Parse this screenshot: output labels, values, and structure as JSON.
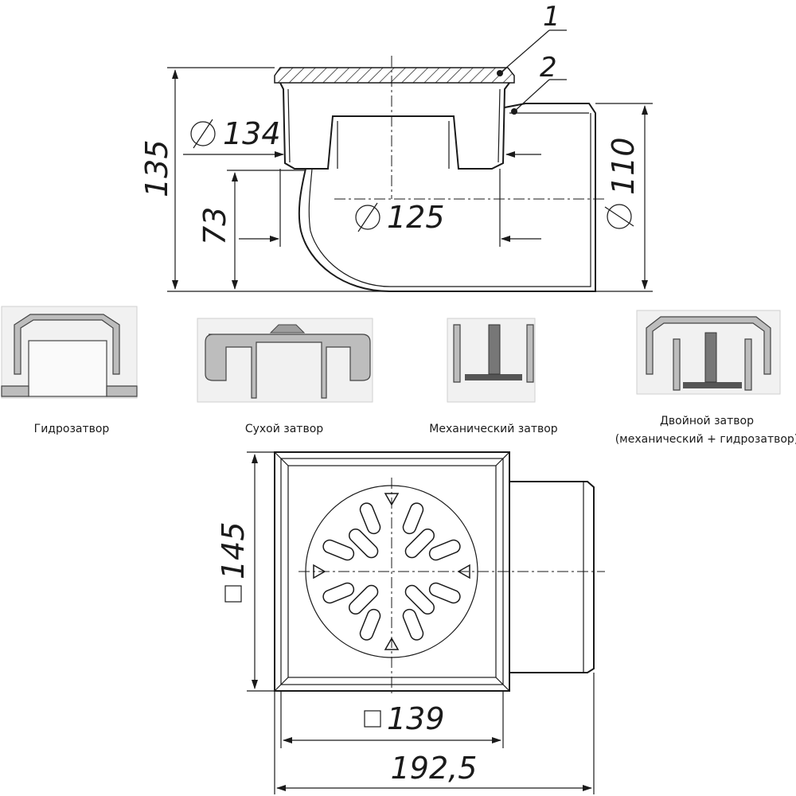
{
  "dimensions": {
    "total_height": "135",
    "flange_diameter": "134",
    "body_diameter": "125",
    "outlet_height": "73",
    "outlet_diameter": "110",
    "grate_size": "145",
    "body_size": "139",
    "total_length": "192,5"
  },
  "callouts": {
    "part_1": "1",
    "part_2": "2"
  },
  "seal_types": [
    {
      "label": "Гидрозатвор"
    },
    {
      "label": "Сухой затвор"
    },
    {
      "label": "Механический затвор"
    },
    {
      "label": "Двойной затвор",
      "label_line2": "(механический + гидрозатвор)"
    }
  ]
}
